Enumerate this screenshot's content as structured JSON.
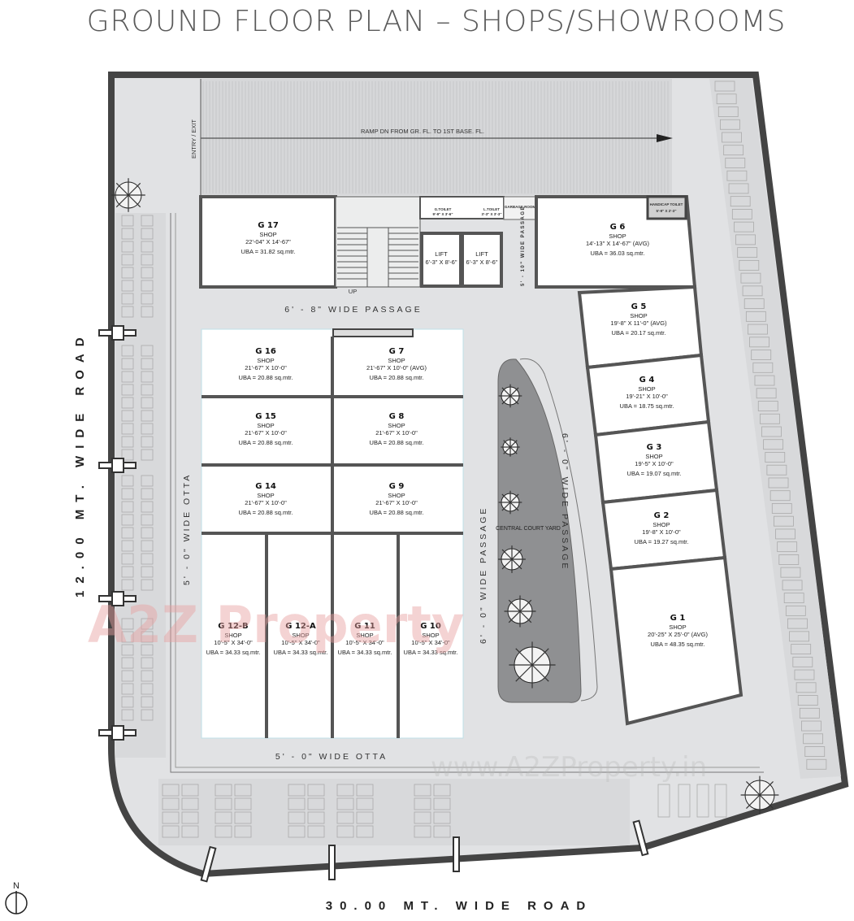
{
  "title": "GROUND FLOOR PLAN – SHOPS/SHOWROOMS",
  "roads": {
    "left": "12.00 MT. WIDE ROAD",
    "bottom": "30.00 MT. WIDE ROAD"
  },
  "north_label": "N",
  "labels": {
    "entry_exit": "ENTRY / EXIT",
    "ramp": "RAMP DN FROM GR. FL. TO 1ST BASE. FL.",
    "passage_top": "6' - 8\" WIDE PASSAGE",
    "otta_left": "5' - 0\" WIDE OTTA",
    "otta_bottom": "5' - 0\" WIDE OTTA",
    "passage_center": "6' - 0\" WIDE PASSAGE",
    "passage_right": "6' - 0\" WIDE PASSAGE",
    "passage_core": "5' - 10\" WIDE PASSAGE",
    "courtyard": "CENTRAL COURT YARD",
    "up": "UP"
  },
  "core": {
    "g_toilet": {
      "name": "G.TOILET",
      "dims": "9'-9\" X 3'-6\""
    },
    "l_toilet": {
      "name": "L.TOILET",
      "dims": "3'-3\" X 3'-3\""
    },
    "garbage": {
      "name": "GARBAGE ROOM"
    },
    "handicap": {
      "name": "HANDICAP TOILET",
      "dims": "5'-9\" X 2'-3\""
    },
    "lifts": [
      {
        "name": "LIFT",
        "dims": "6'-3\" X 8'-6\""
      },
      {
        "name": "LIFT",
        "dims": "6'-3\" X 8'-6\""
      }
    ]
  },
  "shops": [
    {
      "id": "G 17",
      "type": "SHOP",
      "dims": "22'-04\" X 14'-67\"",
      "uba": "UBA = 31.82 sq.mtr."
    },
    {
      "id": "G 6",
      "type": "SHOP",
      "dims": "14'-13\" X 14'-67\" (AVG)",
      "uba": "UBA = 36.03 sq.mtr."
    },
    {
      "id": "G 5",
      "type": "SHOP",
      "dims": "19'-8\" X 11'-0\" (AVG)",
      "uba": "UBA = 20.17 sq.mtr."
    },
    {
      "id": "G 4",
      "type": "SHOP",
      "dims": "19'-21\" X 10'-0\"",
      "uba": "UBA = 18.75 sq.mtr."
    },
    {
      "id": "G 3",
      "type": "SHOP",
      "dims": "19'-5\" X 10'-0\"",
      "uba": "UBA = 19.07 sq.mtr."
    },
    {
      "id": "G 2",
      "type": "SHOP",
      "dims": "19'-8\" X 10'-0\"",
      "uba": "UBA = 19.27 sq.mtr."
    },
    {
      "id": "G 1",
      "type": "SHOP",
      "dims": "20'-25\" X 25'-0\" (AVG)",
      "uba": "UBA = 48.35 sq.mtr."
    },
    {
      "id": "G 16",
      "type": "SHOP",
      "dims": "21'-67\" X 10'-0\"",
      "uba": "UBA = 20.88 sq.mtr."
    },
    {
      "id": "G 7",
      "type": "SHOP",
      "dims": "21'-67\" X 10'-0\" (AVG)",
      "uba": "UBA = 20.88 sq.mtr."
    },
    {
      "id": "G 15",
      "type": "SHOP",
      "dims": "21'-67\" X 10'-0\"",
      "uba": "UBA = 20.88 sq.mtr."
    },
    {
      "id": "G 8",
      "type": "SHOP",
      "dims": "21'-67\" X 10'-0\"",
      "uba": "UBA = 20.88 sq.mtr."
    },
    {
      "id": "G 14",
      "type": "SHOP",
      "dims": "21'-67\" X 10'-0\"",
      "uba": "UBA = 20.88 sq.mtr."
    },
    {
      "id": "G 9",
      "type": "SHOP",
      "dims": "21'-67\" X 10'-0\"",
      "uba": "UBA = 20.88 sq.mtr."
    },
    {
      "id": "G 12-B",
      "type": "SHOP",
      "dims": "10'-5\" X 34'-0\"",
      "uba": "UBA = 34.33 sq.mtr."
    },
    {
      "id": "G 12-A",
      "type": "SHOP",
      "dims": "10'-5\" X 34'-0\"",
      "uba": "UBA = 34.33 sq.mtr."
    },
    {
      "id": "G 11",
      "type": "SHOP",
      "dims": "10'-5\" X 34'-0\"",
      "uba": "UBA = 34.33 sq.mtr."
    },
    {
      "id": "G 10",
      "type": "SHOP",
      "dims": "10'-5\" X 34'-0\"",
      "uba": "UBA = 34.33 sq.mtr."
    }
  ],
  "watermark": {
    "logo": "A2Z Property",
    "url": "www.A2ZProperty.in"
  },
  "colors": {
    "site": "#e1e2e4",
    "wall": "#444444",
    "shop": "#ffffff",
    "courtyard": "#8f9092"
  }
}
